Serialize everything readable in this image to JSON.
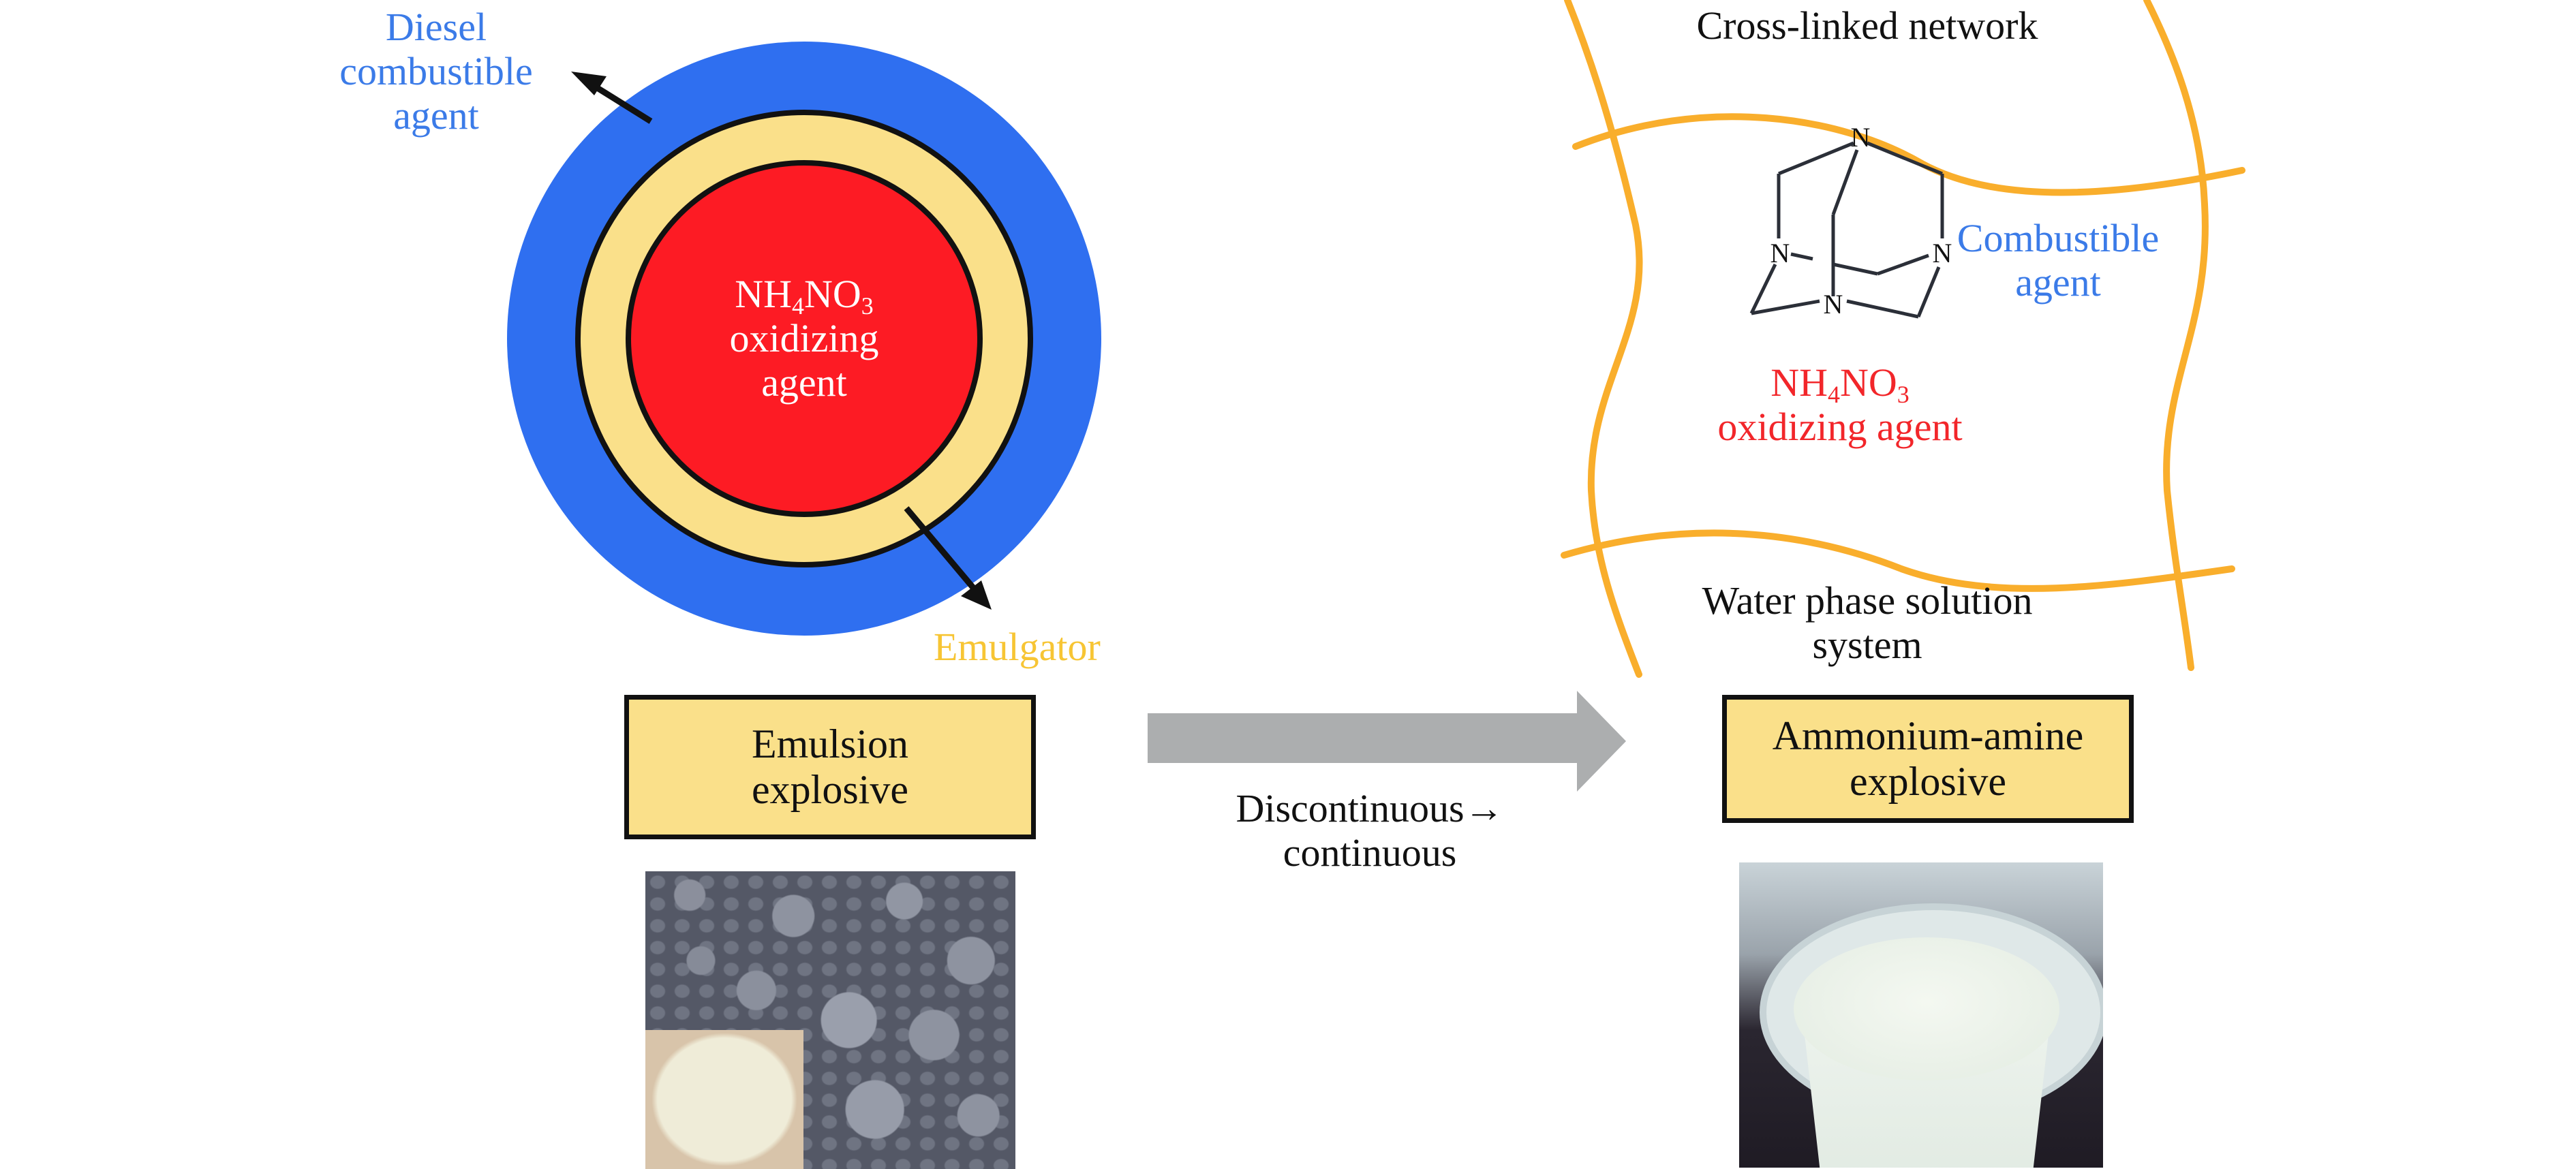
{
  "left_panel": {
    "diesel_label": [
      "Diesel",
      "combustible",
      "agent"
    ],
    "core_label": {
      "formula_parts": [
        "NH",
        "4",
        "NO",
        "3"
      ],
      "lines": [
        "oxidizing",
        "agent"
      ]
    },
    "emulgator_label": "Emulgator",
    "box_label": [
      "Emulsion",
      "explosive"
    ],
    "photo_description": "SEM micrograph of emulsion droplets with inset photo of white powder"
  },
  "transition": {
    "label": [
      "Discontinuous→",
      "continuous"
    ]
  },
  "right_panel": {
    "network_title": "Cross-linked network",
    "combustible_label": [
      "Combustible",
      "agent"
    ],
    "molecule_atom": "N",
    "oxidizer_label": {
      "formula_parts": [
        "NH",
        "4",
        "NO",
        "3"
      ],
      "line": "oxidizing agent"
    },
    "solution_label": [
      "Water phase solution",
      "system"
    ],
    "box_label": [
      "Ammonium-amine",
      "explosive"
    ],
    "photo_description": "Photo of white gel explosive in a clear plastic cup"
  },
  "colors": {
    "diesel_blue": "#2f6ff0",
    "emulgator_yellow": "#fae08a",
    "oxidizer_red": "#fd1b24",
    "network_orange": "#f9ae2c",
    "arrow_gray": "#acaeaf",
    "box_fill": "#fae08a"
  }
}
